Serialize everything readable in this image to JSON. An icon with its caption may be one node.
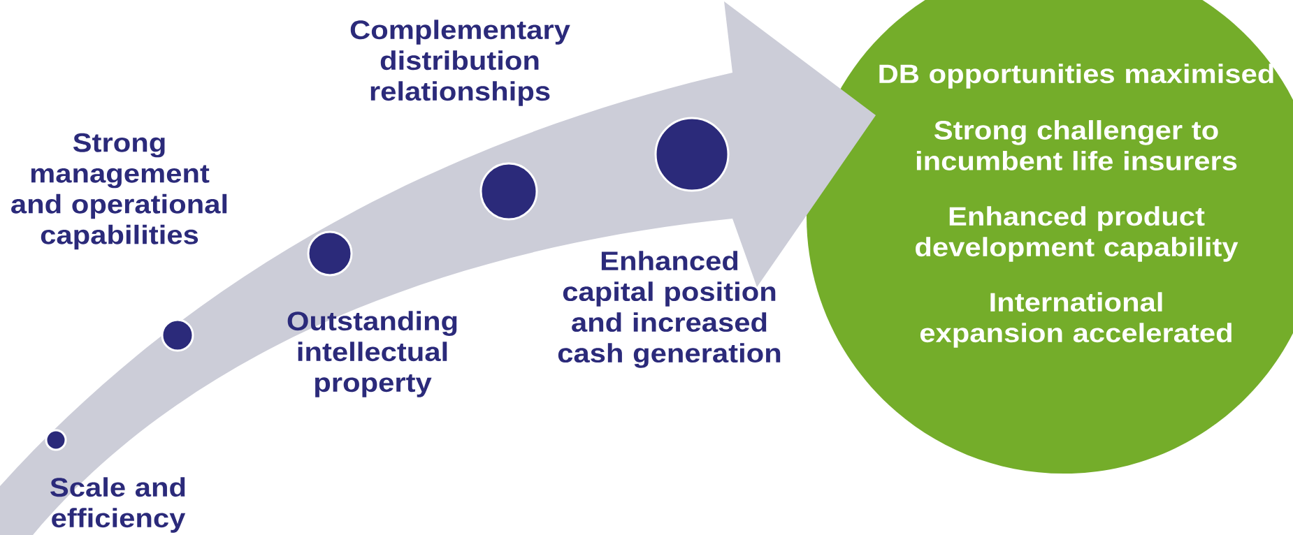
{
  "diagram": {
    "nodes": [
      {
        "text": [],
        "shape": "circle"
      },
      {
        "text": [],
        "shape": "circle"
      },
      {
        "text": [],
        "shape": "circle"
      },
      {
        "text": [],
        "shape": "circle"
      },
      {
        "text": [],
        "shape": "circle"
      },
      {
        "text": [
          "DB opportunities maximised",
          "Strong challenger to incumbent life insurers",
          "Enhanced product development capability",
          "International expansion accelerated"
        ]
      }
    ],
    "edges": [
      {
        "from": null,
        "to": 5,
        "arrow": "to"
      }
    ],
    "labels": [
      "Complementary distribution relationships",
      "Strong management and operational capabilities",
      "Enhanced capital position and increased cash generation",
      "Outstanding intellectual property",
      "Scale and efficiency"
    ]
  }
}
